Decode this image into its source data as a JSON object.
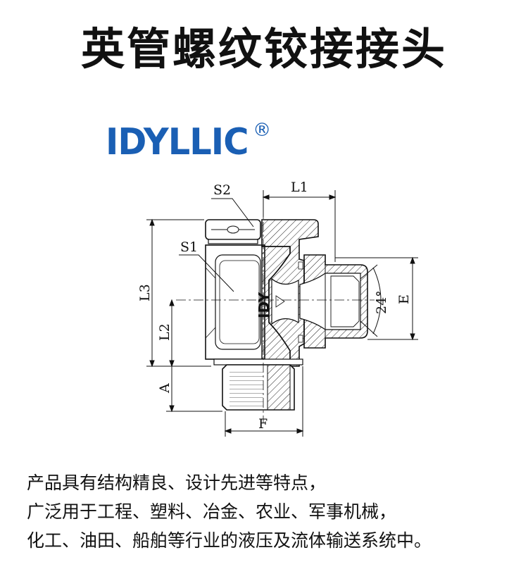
{
  "title": "英管螺纹铰接接头",
  "logo": {
    "text": "IDYLLIC",
    "registered": "®",
    "color": "#1a5fb4"
  },
  "drawing": {
    "labels": {
      "s2": "S2",
      "l1": "L1",
      "s1": "S1",
      "l3": "L3",
      "l2": "L2",
      "a": "A",
      "f": "F",
      "e": "E",
      "angle": "24°",
      "body_mark": "IDY"
    }
  },
  "description": {
    "lines": [
      "产品具有结构精良、设计先进等特点，",
      "广泛用于工程、塑料、冶金、农业、军事机械，",
      "化工、油田、船舶等行业的液压及流体输送系统中。"
    ]
  }
}
